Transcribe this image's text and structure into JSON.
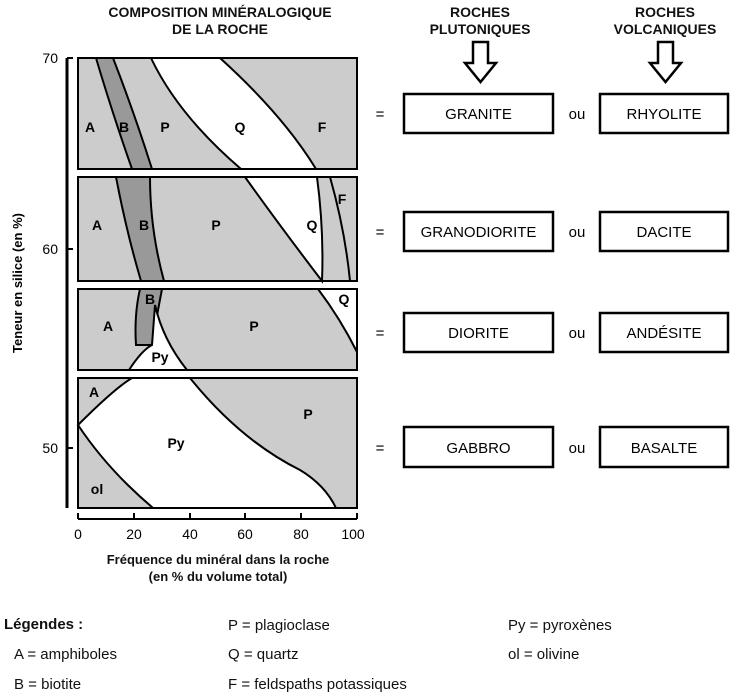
{
  "header": {
    "composition_line1": "COMPOSITION MINÉRALOGIQUE",
    "composition_line2": "DE LA ROCHE",
    "plutonic_line1": "ROCHES",
    "plutonic_line2": "PLUTONIQUES",
    "volcanic_line1": "ROCHES",
    "volcanic_line2": "VOLCANIQUES"
  },
  "axes": {
    "y_title": "Teneur en silice (en %)",
    "y_ticks": [
      "70",
      "60",
      "50"
    ],
    "x_title_line1": "Fréquence du minéral dans la roche",
    "x_title_line2": "(en % du volume total)",
    "x_ticks": [
      "0",
      "20",
      "40",
      "60",
      "80",
      "100"
    ]
  },
  "rows": [
    {
      "plutonic": "GRANITE",
      "volcanic": "RHYOLITE",
      "equals": "=",
      "connector": "ou",
      "minerals": [
        "A",
        "B",
        "P",
        "Q",
        "F"
      ]
    },
    {
      "plutonic": "GRANODIORITE",
      "volcanic": "DACITE",
      "equals": "=",
      "connector": "ou",
      "minerals": [
        "A",
        "B",
        "P",
        "Q",
        "F"
      ]
    },
    {
      "plutonic": "DIORITE",
      "volcanic": "ANDÉSITE",
      "equals": "=",
      "connector": "ou",
      "minerals": [
        "A",
        "B",
        "P",
        "Q",
        "Py"
      ]
    },
    {
      "plutonic": "GABBRO",
      "volcanic": "BASALTE",
      "equals": "=",
      "connector": "ou",
      "minerals": [
        "A",
        "P",
        "Py",
        "ol"
      ]
    }
  ],
  "legend": {
    "title": "Légendes :",
    "items": [
      "A = amphiboles",
      "B = biotite",
      "P = plagioclase",
      "Q = quartz",
      "F = feldspaths potassiques",
      "Py = pyroxènes",
      "ol = olivine"
    ]
  },
  "colors": {
    "light_gray": "#cccccc",
    "dark_gray": "#999999",
    "white": "#ffffff",
    "stroke": "#000000"
  }
}
